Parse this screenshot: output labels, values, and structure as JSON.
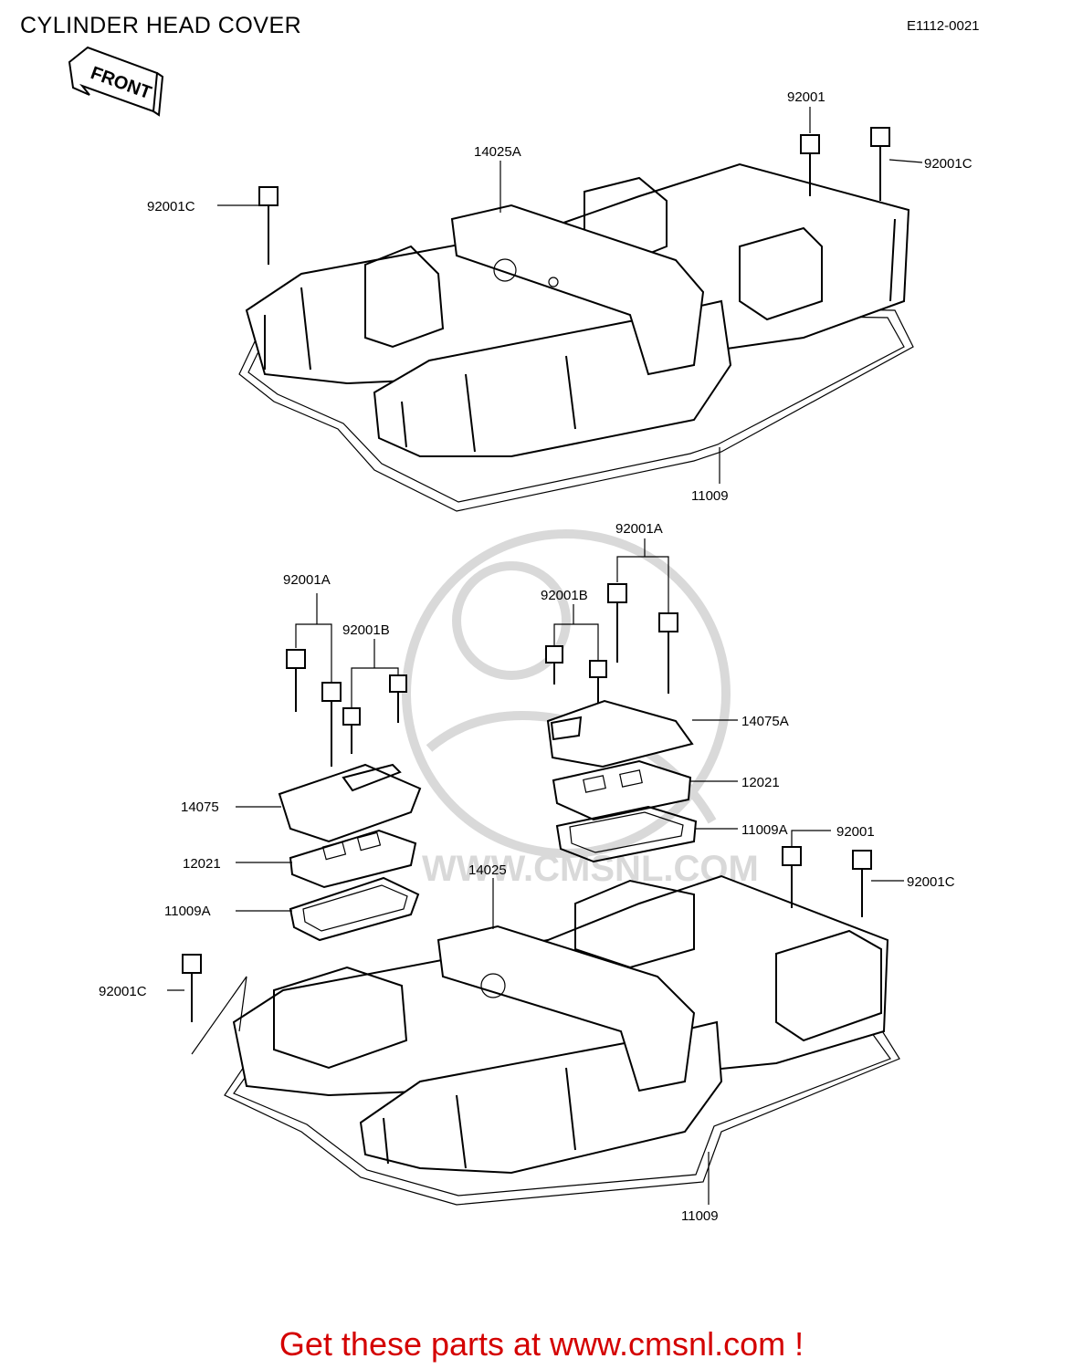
{
  "header": {
    "title": "CYLINDER HEAD COVER",
    "diagram_code": "E1112-0021",
    "front_marker": "FRONT"
  },
  "watermark": {
    "url_text": "WWW.CMSNL.COM"
  },
  "upper_assembly": {
    "labels": {
      "cover": "14025A",
      "bolt_top": "92001",
      "bolt_right": "92001C",
      "bolt_left": "92001C",
      "gasket": "11009"
    }
  },
  "lower_assembly": {
    "labels": {
      "bolt_a_left": "92001A",
      "bolt_b_left": "92001B",
      "bolt_a_right": "92001A",
      "bolt_b_right": "92001B",
      "breather_cover_left": "14075",
      "breather_cover_right": "14075A",
      "plate_left": "12021",
      "plate_right": "12021",
      "gasket_small_left": "11009A",
      "gasket_small_right": "11009A",
      "cover": "14025",
      "bolt_top": "92001",
      "bolt_right": "92001C",
      "bolt_left": "92001C",
      "gasket": "11009"
    }
  },
  "footer": {
    "text": "Get these parts at www.cmsnl.com !",
    "color": "#d40000"
  }
}
